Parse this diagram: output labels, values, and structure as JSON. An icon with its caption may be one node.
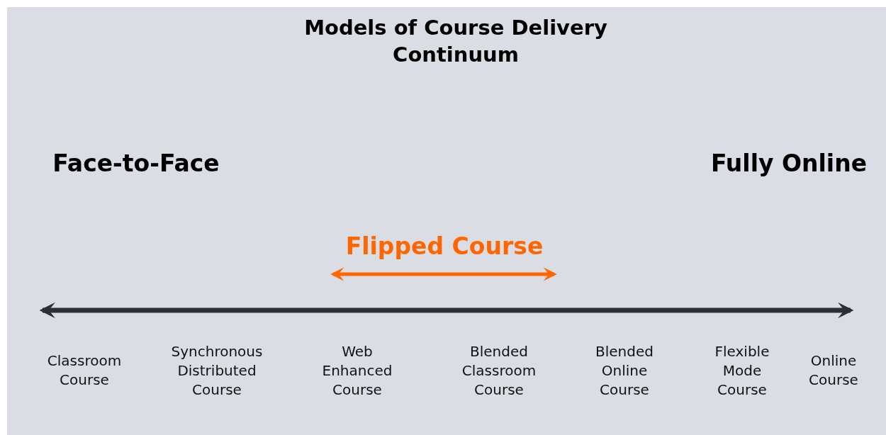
{
  "diagram": {
    "title": "Models of Course Delivery Continuum",
    "labels": [
      "Face-to-Face",
      "Fully Online",
      "Flipped Course",
      "Classroom Course",
      "Synchronous Distributed Course",
      "Web Enhanced Course",
      "Blended Classroom Course",
      "Blended Online Course",
      "Flexible Mode Course",
      "Online Course"
    ]
  }
}
